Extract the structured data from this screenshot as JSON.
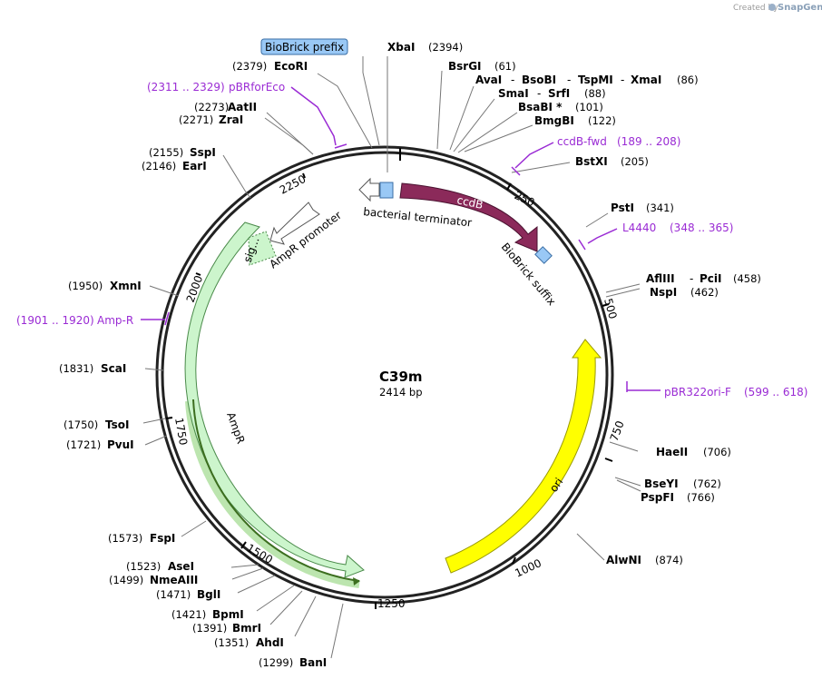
{
  "app": {
    "credit_prefix": "Created by",
    "credit_brand": "SnapGene"
  },
  "map": {
    "name": "C39m",
    "length": "2414 bp"
  },
  "ticks": [
    "250",
    "500",
    "750",
    "1000",
    "1250",
    "1500",
    "1750",
    "2000",
    "2250"
  ],
  "enzymes": {
    "xbai": {
      "name": "XbaI",
      "pos": "(2394)"
    },
    "bsrgi": {
      "name": "BsrGI",
      "pos": "(61)"
    },
    "avai": {
      "name": "AvaI",
      "sep1": "-",
      "name2": "BsoBI",
      "sep2": "-",
      "name3": "TspMI",
      "sep3": "-",
      "name4": "XmaI",
      "pos": "(86)"
    },
    "smai": {
      "name": "SmaI",
      "sep1": "-",
      "name2": "SrfI",
      "pos": "(88)"
    },
    "bsabi": {
      "name": "BsaBI *",
      "pos": "(101)"
    },
    "bmgbi": {
      "name": "BmgBI",
      "pos": "(122)"
    },
    "bstxi": {
      "name": "BstXI",
      "pos": "(205)"
    },
    "psti": {
      "name": "PstI",
      "pos": "(341)"
    },
    "aflIII": {
      "name": "AflIII",
      "sep1": "-",
      "name2": "PciI",
      "pos": "(458)"
    },
    "nspi": {
      "name": "NspI",
      "pos": "(462)"
    },
    "haeii": {
      "name": "HaeII",
      "pos": "(706)"
    },
    "bseyi": {
      "name": "BseYI",
      "pos": "(762)"
    },
    "pspfi": {
      "name": "PspFI",
      "pos": "(766)"
    },
    "alwni": {
      "name": "AlwNI",
      "pos": "(874)"
    },
    "bani": {
      "name": "BanI",
      "pos": "(1299)"
    },
    "ahdi": {
      "name": "AhdI",
      "pos": "(1351)"
    },
    "bmri": {
      "name": "BmrI",
      "pos": "(1391)"
    },
    "bpmi": {
      "name": "BpmI",
      "pos": "(1421)"
    },
    "bgli": {
      "name": "BglI",
      "pos": "(1471)"
    },
    "nmeaiii": {
      "name": "NmeAIII",
      "pos": "(1499)"
    },
    "asei": {
      "name": "AseI",
      "pos": "(1523)"
    },
    "fspi": {
      "name": "FspI",
      "pos": "(1573)"
    },
    "pvui": {
      "name": "PvuI",
      "pos": "(1721)"
    },
    "tsoi": {
      "name": "TsoI",
      "pos": "(1750)"
    },
    "scai": {
      "name": "ScaI",
      "pos": "(1831)"
    },
    "xmni": {
      "name": "XmnI",
      "pos": "(1950)"
    },
    "eari": {
      "name": "EarI",
      "pos": "(2146)"
    },
    "sspi": {
      "name": "SspI",
      "pos": "(2155)"
    },
    "zrai": {
      "name": "ZraI",
      "pos": "(2271)"
    },
    "aatii": {
      "name": "AatII",
      "pos": "(2273)"
    },
    "ecori": {
      "name": "EcoRI",
      "pos": "(2379)"
    }
  },
  "primers": {
    "pbrforeco": {
      "name": "pBRforEco",
      "range": "(2311 .. 2329)"
    },
    "ccdbfwd": {
      "name": "ccdB-fwd",
      "range": "(189 .. 208)"
    },
    "l4440": {
      "name": "L4440",
      "range": "(348 .. 365)"
    },
    "pbr322ori": {
      "name": "pBR322ori-F",
      "range": "(599 .. 618)"
    },
    "ampr": {
      "name": "Amp-R",
      "range": "(1901 .. 1920)"
    }
  },
  "features": {
    "biobrick_prefix": "BioBrick prefix",
    "biobrick_suffix": "BioBrick suffix",
    "bacterial_terminator": "bacterial terminator",
    "ccdb": "ccdB",
    "ampr_promoter": "AmpR promoter",
    "sig": "sig...",
    "ampr": "AmpR",
    "ori": "ori"
  },
  "colors": {
    "ccdb": "#8b2a5a",
    "ori": "#ffff00",
    "ampr": "#ccf5cc",
    "primer": "#9a2bd4",
    "biobrick": "#99c8f5"
  }
}
